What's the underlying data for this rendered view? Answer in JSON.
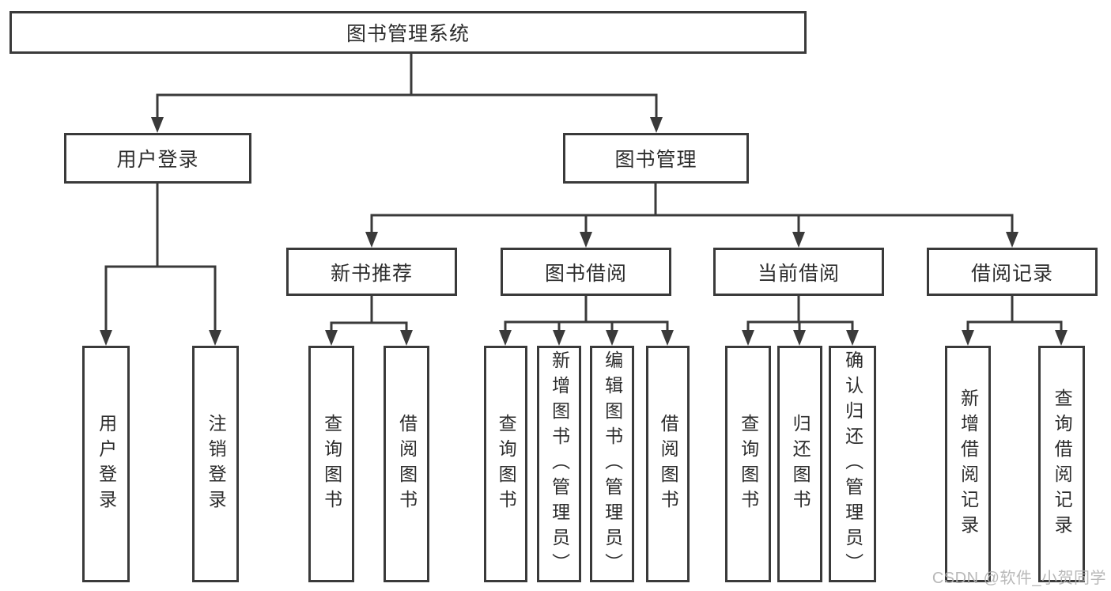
{
  "tree": {
    "root": {
      "label": "图书管理系统",
      "children": [
        {
          "label": "用户登录",
          "children": [
            {
              "label": "用户登录"
            },
            {
              "label": "注销登录"
            }
          ]
        },
        {
          "label": "图书管理",
          "children": [
            {
              "label": "新书推荐",
              "children": [
                {
                  "label": "查询图书"
                },
                {
                  "label": "借阅图书"
                }
              ]
            },
            {
              "label": "图书借阅",
              "children": [
                {
                  "label": "查询图书"
                },
                {
                  "label": "新增图书（管理员）"
                },
                {
                  "label": "编辑图书（管理员）"
                },
                {
                  "label": "借阅图书"
                }
              ]
            },
            {
              "label": "当前借阅",
              "children": [
                {
                  "label": "查询图书"
                },
                {
                  "label": "归还图书"
                },
                {
                  "label": "确认归还（管理员）"
                }
              ]
            },
            {
              "label": "借阅记录",
              "children": [
                {
                  "label": "新增借阅记录"
                },
                {
                  "label": "查询借阅记录"
                }
              ]
            }
          ]
        }
      ]
    }
  },
  "watermark": {
    "text": "CSDN @软件_小贺同学"
  },
  "colors": {
    "line": "#3a3a3a",
    "text": "#2d2d2d",
    "watermark": "#b2b2b2"
  }
}
